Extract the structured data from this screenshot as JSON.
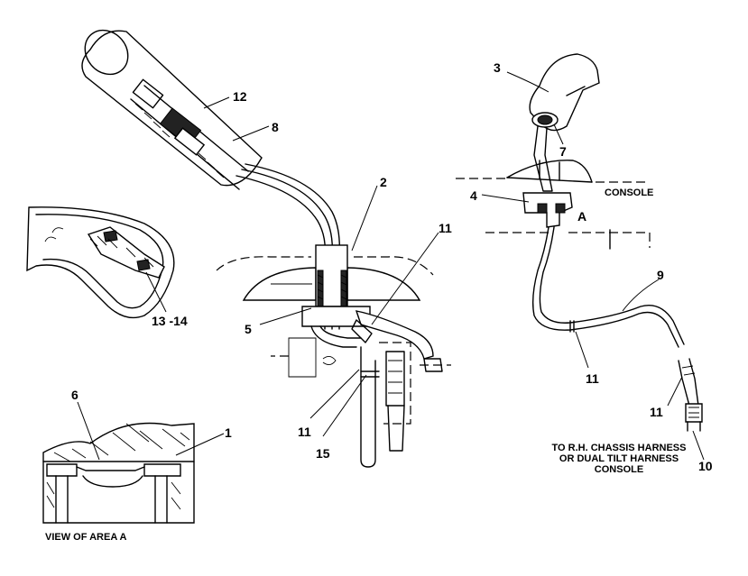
{
  "labels": {
    "l1": "1",
    "l2": "2",
    "l3": "3",
    "l4": "4",
    "l5": "5",
    "l6": "6",
    "l7": "7",
    "l8": "8",
    "l9": "9",
    "l10": "10",
    "l11a": "11",
    "l11b": "11",
    "l11c": "11",
    "l11d": "11",
    "l12": "12",
    "l13_14": "13 -14",
    "l15": "15"
  },
  "captions": {
    "console": "CONSOLE",
    "view_a_marker": "A",
    "view_of_area_a": "VIEW OF AREA A",
    "harness_line1": "TO R.H. CHASSIS HARNESS",
    "harness_line2": "OR DUAL TILT HARNESS",
    "harness_line3": "CONSOLE"
  }
}
